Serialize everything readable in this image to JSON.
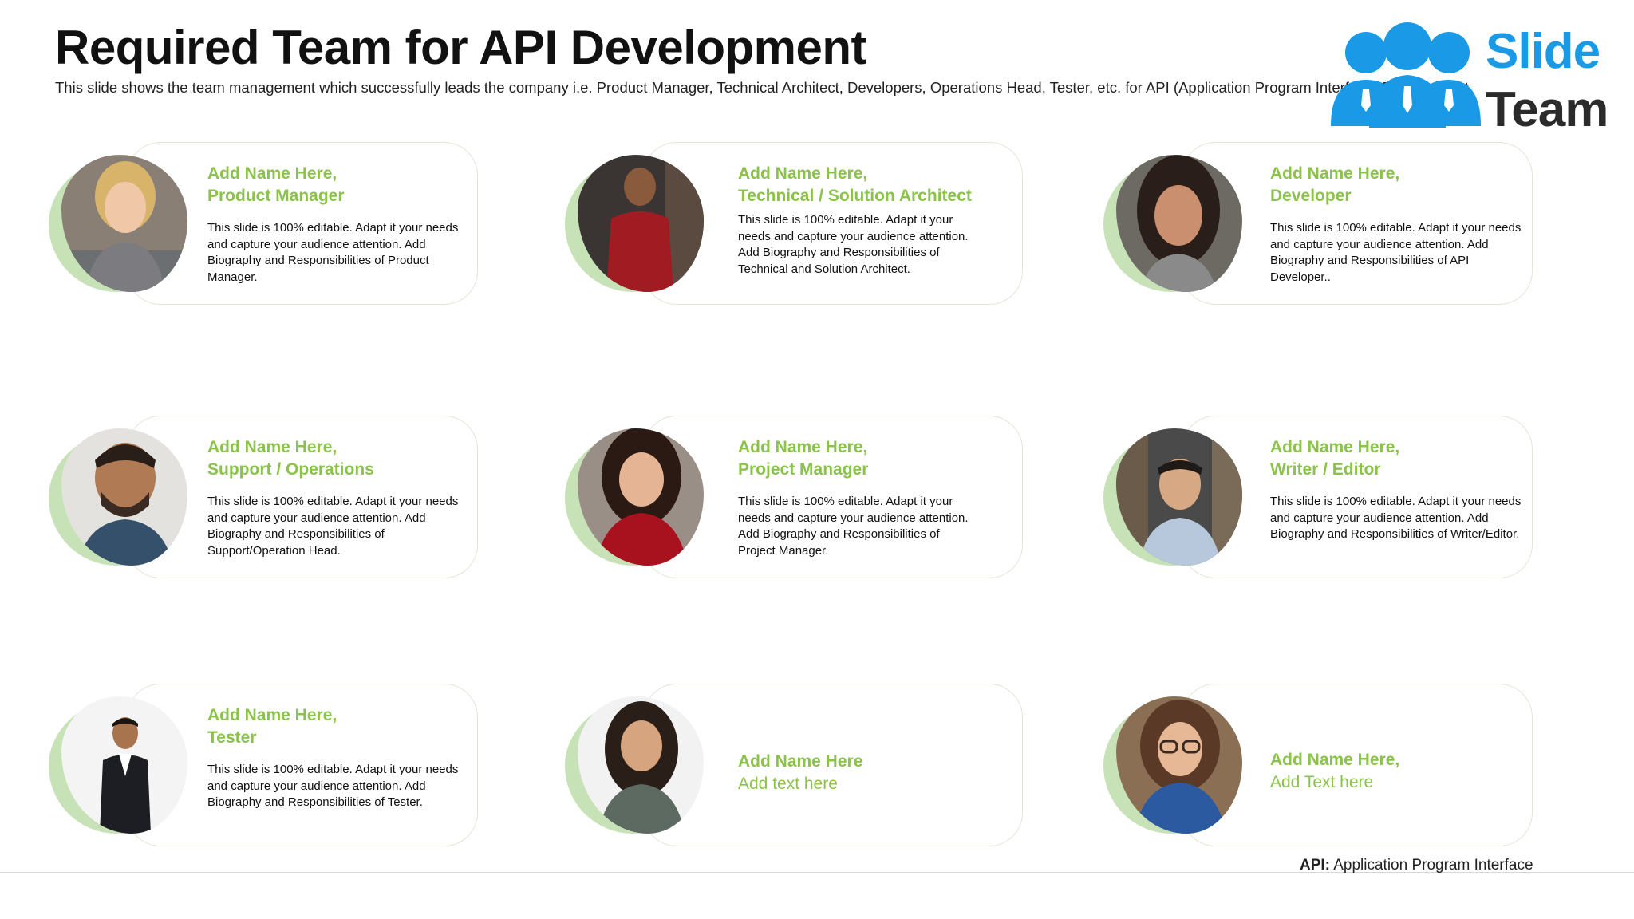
{
  "header": {
    "title": "Required Team for API Development",
    "subtitle": "This slide shows the team management which successfully leads the company i.e. Product Manager, Technical Architect, Developers, Operations Head, Tester, etc. for API (Application Program Interface) Development."
  },
  "logo": {
    "line1": "Slide",
    "line2": "Team",
    "color": "#1a9ae6"
  },
  "accent_color": "#8bc34a",
  "members": [
    {
      "name": "Add Name Here,",
      "role": "Product Manager",
      "description": "This slide is 100% editable. Adapt it your needs and capture your audience attention. Add Biography and Responsibilities of Product Manager."
    },
    {
      "name": "Add Name Here,",
      "role": "Technical / Solution Architect",
      "description": "This slide is 100% editable. Adapt it your needs and capture your audience attention. Add Biography and Responsibilities of Technical and Solution Architect."
    },
    {
      "name": "Add Name Here,",
      "role": "Developer",
      "description": "This slide is 100% editable. Adapt it your needs and capture your audience attention. Add Biography and Responsibilities of API Developer.."
    },
    {
      "name": "Add Name Here,",
      "role": "Support / Operations",
      "description": "This slide is 100% editable. Adapt it your needs and capture your audience attention. Add Biography and Responsibilities of Support/Operation Head."
    },
    {
      "name": "Add Name Here,",
      "role": "Project Manager",
      "description": "This slide is 100% editable. Adapt it your needs and capture your audience attention. Add Biography and Responsibilities of Project Manager."
    },
    {
      "name": "Add Name Here,",
      "role": "Writer / Editor",
      "description": "This slide is 100% editable. Adapt it your needs and capture your audience attention. Add Biography and Responsibilities of Writer/Editor."
    },
    {
      "name": "Add Name Here,",
      "role": "Tester",
      "description": "This slide is 100% editable. Adapt it your needs and capture your audience attention. Add Biography and Responsibilities of Tester."
    },
    {
      "name": "Add Name Here",
      "role": "Add text here"
    },
    {
      "name": "Add Name Here,",
      "role": "Add Text here"
    }
  ],
  "footer": {
    "abbr": "API:",
    "definition": " Application Program Interface"
  }
}
